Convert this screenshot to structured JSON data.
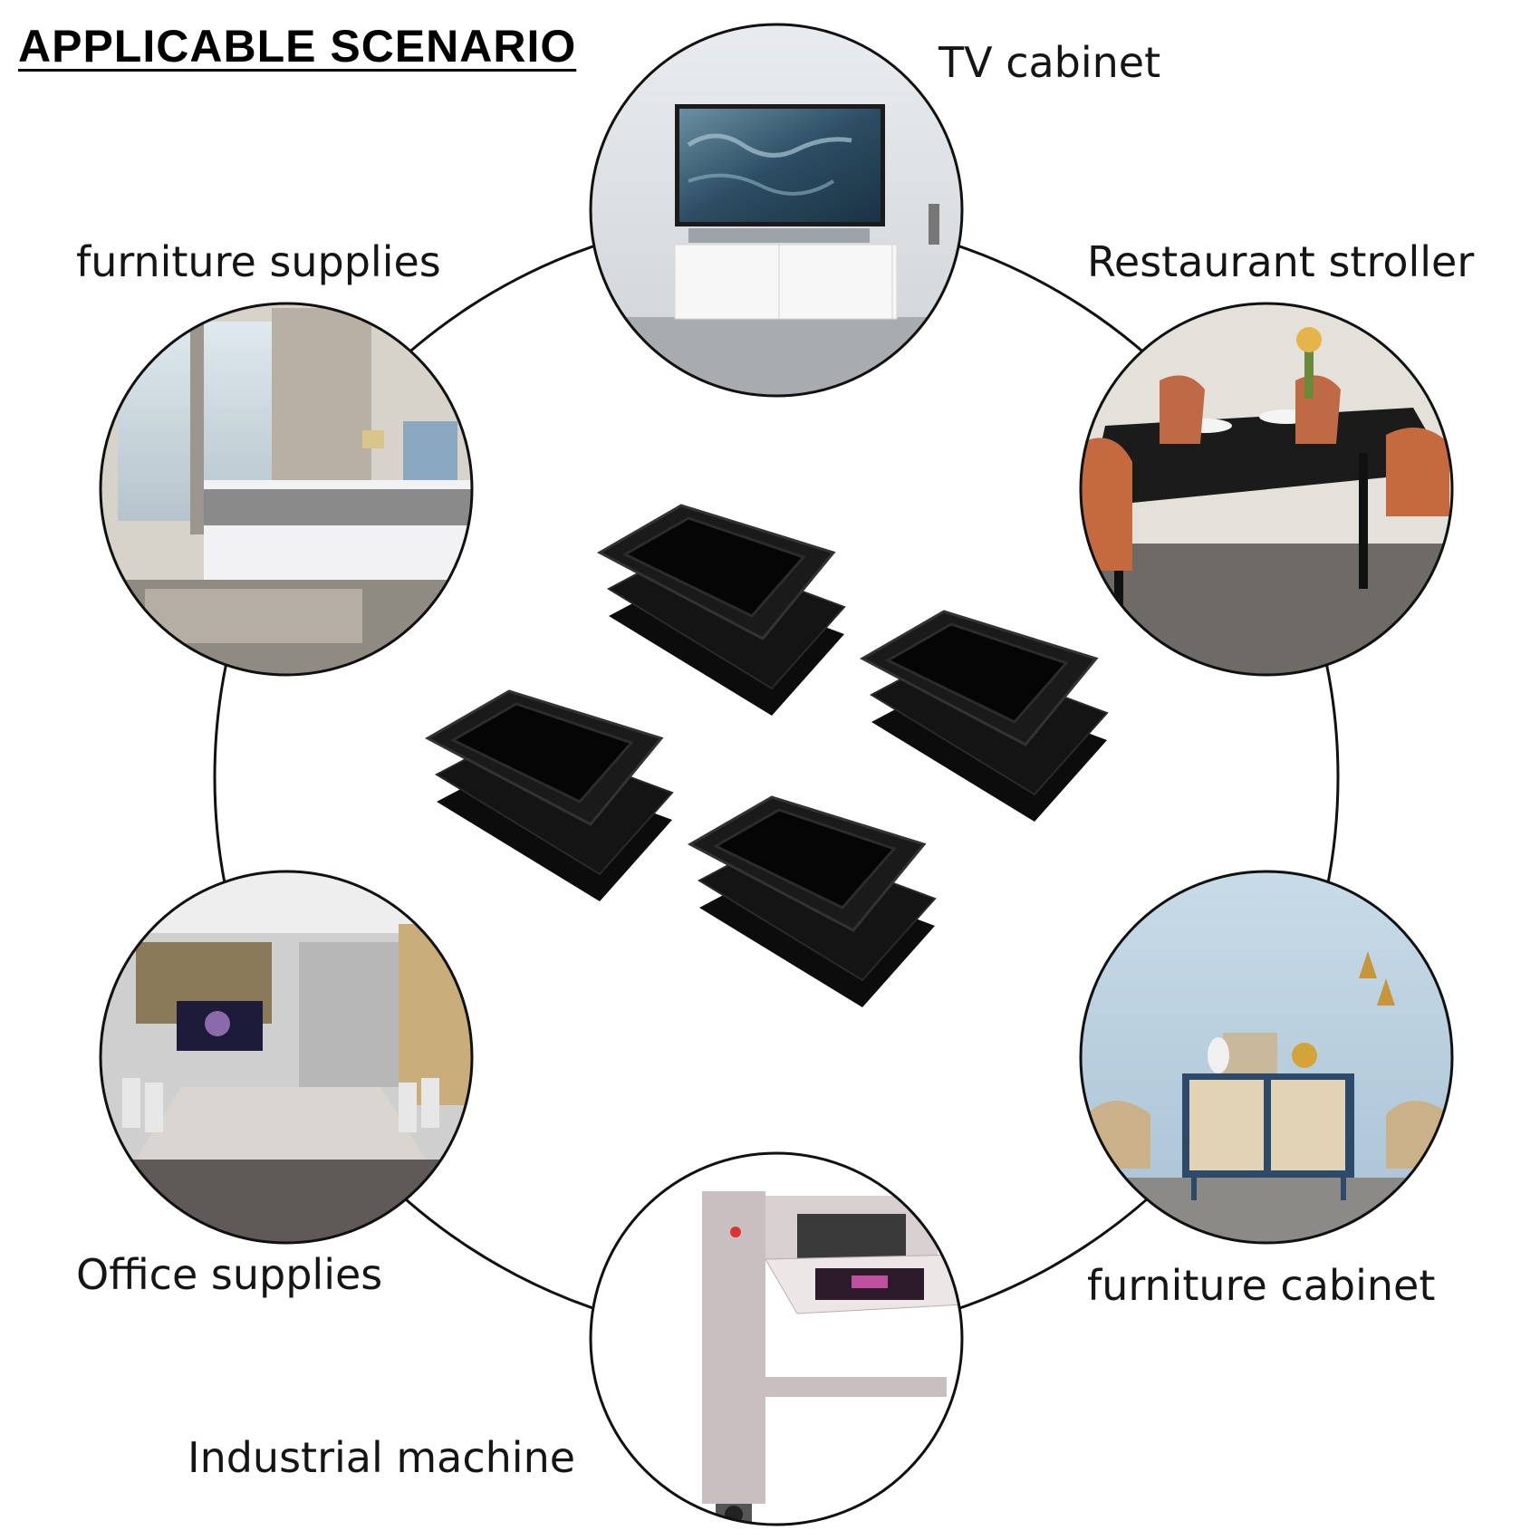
{
  "heading": "APPLICABLE SCENARIO",
  "scenarios": [
    {
      "label": "TV cabinet",
      "image_icon": "tv-cabinet-photo"
    },
    {
      "label": "furniture supplies",
      "image_icon": "bedroom-photo"
    },
    {
      "label": "Restaurant stroller",
      "image_icon": "dining-room-photo"
    },
    {
      "label": "Office supplies",
      "image_icon": "conference-room-photo"
    },
    {
      "label": "furniture cabinet",
      "image_icon": "sideboard-cabinet-photo"
    },
    {
      "label": "Industrial machine",
      "image_icon": "embroidery-machine-photo"
    }
  ],
  "product": {
    "icon": "square-tube-end-cap",
    "count": 4,
    "color": "#111111"
  },
  "colors": {
    "ring": "#111111",
    "background": "#ffffff"
  }
}
